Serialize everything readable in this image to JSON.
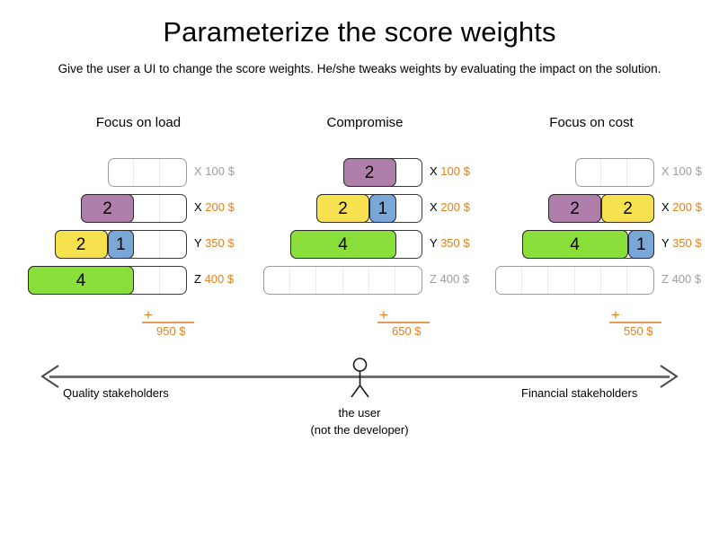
{
  "header": {
    "title": "Parameterize the score weights",
    "subtitle": "Give the user a UI to change the score weights. He/she tweaks weights by evaluating the impact on the solution."
  },
  "colors": {
    "purple": "#b07eab",
    "yellow": "#f7e14f",
    "blue": "#7ba7d7",
    "green": "#8ade3a",
    "orange": "#e2811f",
    "muted": "#9e9e9e"
  },
  "columns": [
    {
      "header": "Focus on load",
      "total_plus": "+",
      "total": "950 $",
      "rows": [
        {
          "letter": "X",
          "amount": "100 $",
          "muted": true,
          "blocks": [],
          "empty_cells": 3
        },
        {
          "letter": "X",
          "amount": "200 $",
          "muted": false,
          "blocks": [
            {
              "value": "2",
              "color": "purple",
              "units": 2
            }
          ],
          "empty_cells": 2
        },
        {
          "letter": "Y",
          "amount": "350 $",
          "muted": false,
          "blocks": [
            {
              "value": "2",
              "color": "yellow",
              "units": 2
            },
            {
              "value": "1",
              "color": "blue",
              "units": 1
            }
          ],
          "empty_cells": 2
        },
        {
          "letter": "Z",
          "amount": "400 $",
          "muted": false,
          "blocks": [
            {
              "value": "4",
              "color": "green",
              "units": 4
            }
          ],
          "empty_cells": 2
        }
      ]
    },
    {
      "header": "Compromise",
      "total_plus": "+",
      "total": "650 $",
      "rows": [
        {
          "letter": "X",
          "amount": "100 $",
          "muted": false,
          "blocks": [
            {
              "value": "2",
              "color": "purple",
              "units": 2
            }
          ],
          "empty_cells": 1
        },
        {
          "letter": "X",
          "amount": "200 $",
          "muted": false,
          "blocks": [
            {
              "value": "2",
              "color": "yellow",
              "units": 2
            },
            {
              "value": "1",
              "color": "blue",
              "units": 1
            }
          ],
          "empty_cells": 1
        },
        {
          "letter": "Y",
          "amount": "350 $",
          "muted": false,
          "blocks": [
            {
              "value": "4",
              "color": "green",
              "units": 4
            }
          ],
          "empty_cells": 1
        },
        {
          "letter": "Z",
          "amount": "400 $",
          "muted": true,
          "blocks": [],
          "empty_cells": 6
        }
      ]
    },
    {
      "header": "Focus on cost",
      "total_plus": "+",
      "total": "550 $",
      "rows": [
        {
          "letter": "X",
          "amount": "100 $",
          "muted": true,
          "blocks": [],
          "empty_cells": 3
        },
        {
          "letter": "X",
          "amount": "200 $",
          "muted": false,
          "blocks": [
            {
              "value": "2",
              "color": "purple",
              "units": 2
            },
            {
              "value": "2",
              "color": "yellow",
              "units": 2
            }
          ],
          "empty_cells": 0
        },
        {
          "letter": "Y",
          "amount": "350 $",
          "muted": false,
          "blocks": [
            {
              "value": "4",
              "color": "green",
              "units": 4
            },
            {
              "value": "1",
              "color": "blue",
              "units": 1
            }
          ],
          "empty_cells": 0
        },
        {
          "letter": "Z",
          "amount": "400 $",
          "muted": true,
          "blocks": [],
          "empty_cells": 6
        }
      ]
    }
  ],
  "axis": {
    "left_label": "Quality stakeholders",
    "right_label": "Financial stakeholders",
    "user_caption_line1": "the user",
    "user_caption_line2": "(not the developer)"
  }
}
